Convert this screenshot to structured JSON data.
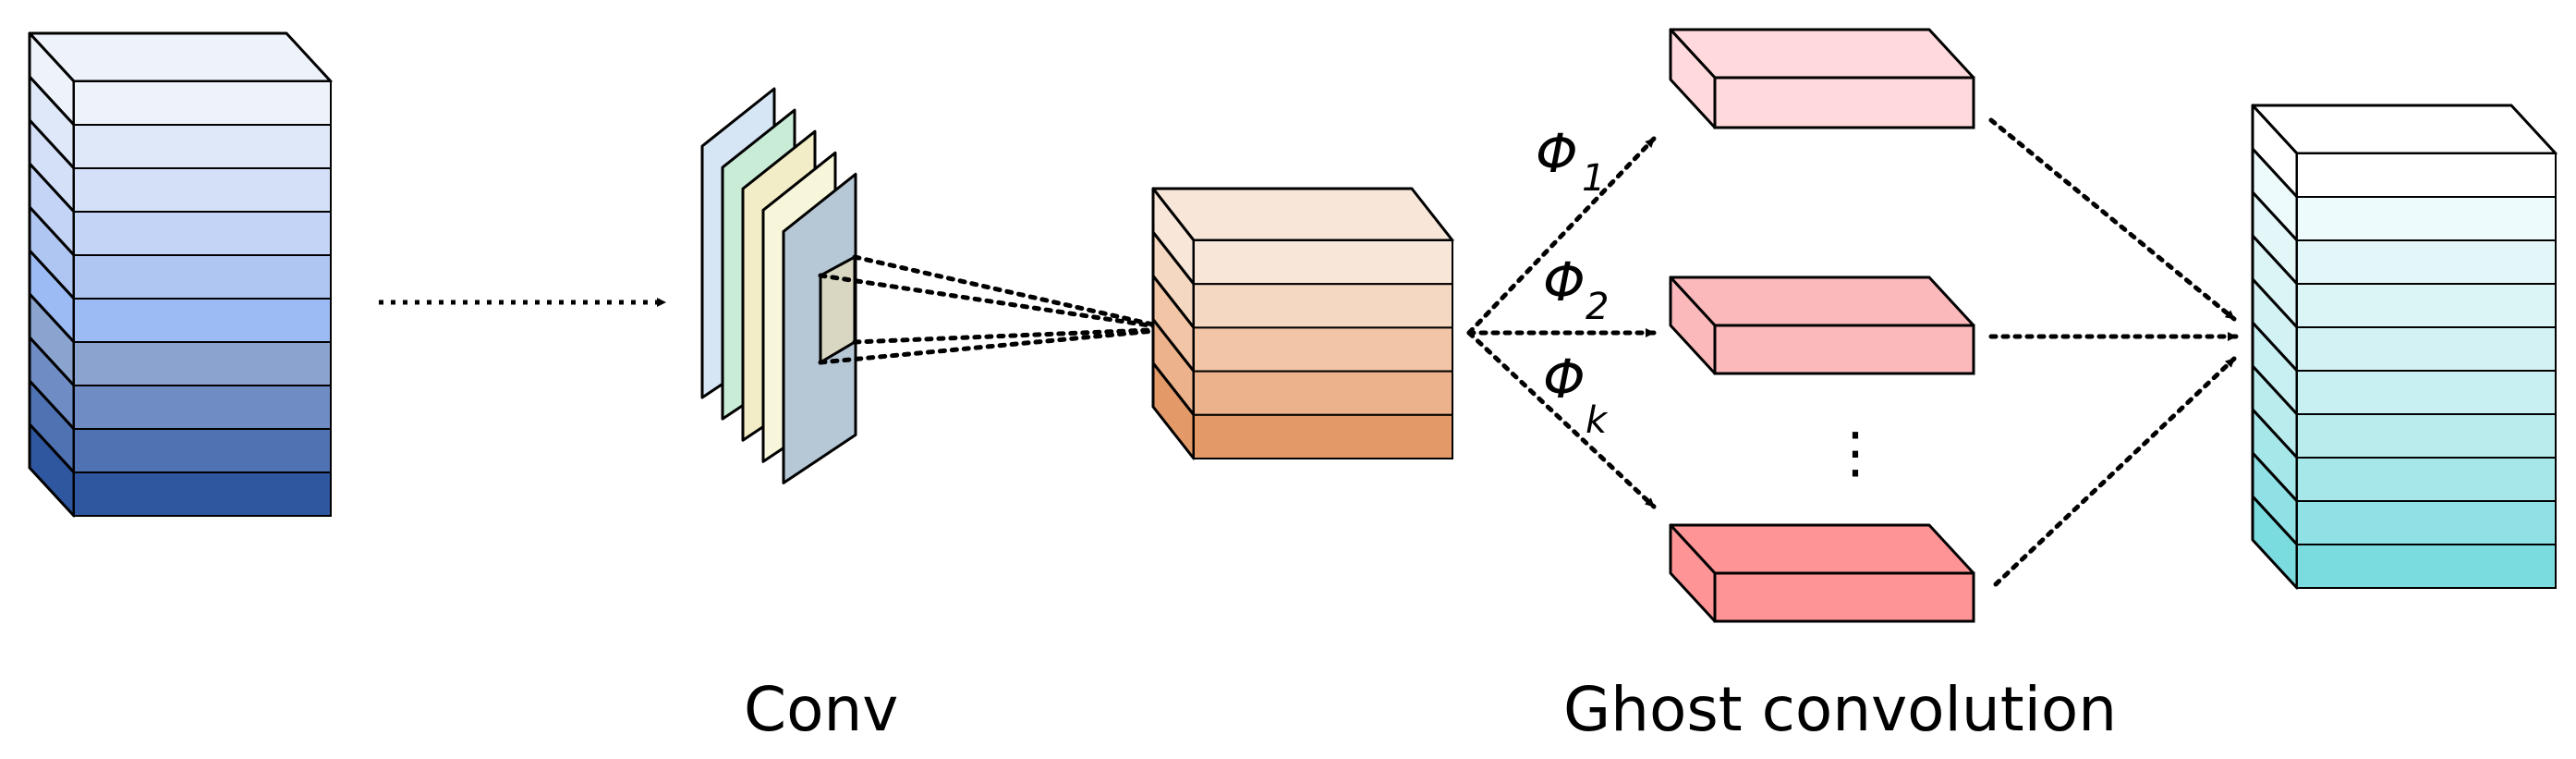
{
  "labels": {
    "conv": "Conv",
    "ghost": "Ghost convolution",
    "phi": "Φ",
    "phi_sub_1": "1",
    "phi_sub_2": "2",
    "phi_sub_k": "k",
    "vdots": "⋮"
  },
  "colors": {
    "input_stack": [
      "#eef3fb",
      "#dfe8f8",
      "#d3e0f7",
      "#c4d4f6",
      "#b0c6f2",
      "#9cbaf3",
      "#8aa3cf",
      "#6f8dc4",
      "#4f72b3",
      "#2f579f"
    ],
    "conv_kernels": [
      "#d6e6f5",
      "#c9ecd7",
      "#f2edc6",
      "#f7f5da",
      "#b6c7d6"
    ],
    "conv_patch": "#d9d7c2",
    "intrinsic_stack": [
      "#f8e6d8",
      "#f5d8c2",
      "#f1c5a6",
      "#ecb28b",
      "#e39a68"
    ],
    "ghost_blocks": [
      "#ffd9dc",
      "#fbb9bb",
      "#ff9496"
    ],
    "output_stack": [
      "#ffffff",
      "#eefbfc",
      "#e4f7f8",
      "#dbf4f6",
      "#d2f2f4",
      "#c8eff1",
      "#baecee",
      "#a6e7ea",
      "#90e1e5",
      "#7adcdf"
    ]
  }
}
